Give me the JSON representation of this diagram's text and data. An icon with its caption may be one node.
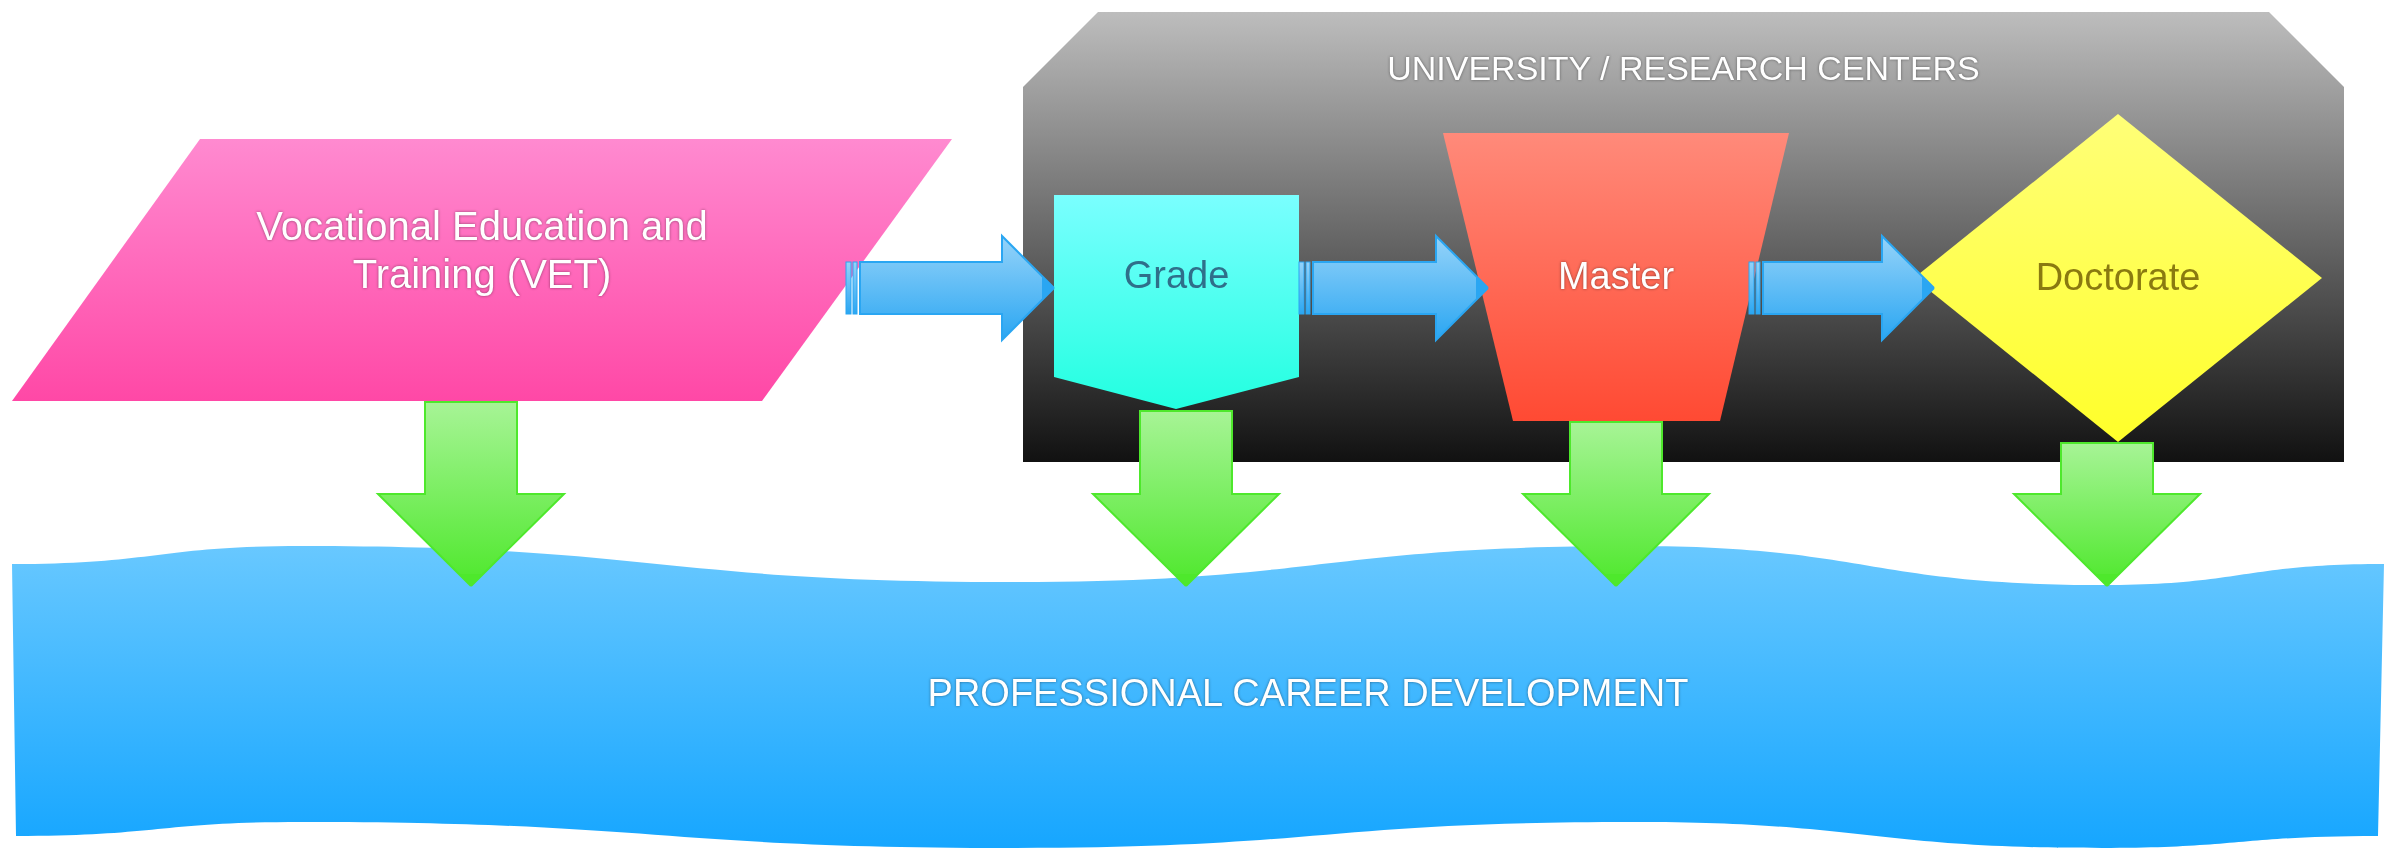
{
  "diagram": {
    "nodes": [
      {
        "text": [
          "UNIVERSITY / RESEARCH CENTERS"
        ]
      },
      {
        "text": [
          "Vocational Education and Training (VET)"
        ]
      },
      {
        "text": [
          "Grade"
        ],
        "in": 0
      },
      {
        "text": [
          "Master"
        ],
        "in": 0
      },
      {
        "text": [
          "Doctorate"
        ],
        "in": 0
      },
      {
        "text": [
          "PROFESSIONAL CAREER DEVELOPMENT"
        ]
      }
    ],
    "edges": [
      {
        "from": 1,
        "to": 2,
        "arrow": "to",
        "color": "#2aa6f2"
      },
      {
        "from": 2,
        "to": 3,
        "arrow": "to",
        "color": "#2aa6f2"
      },
      {
        "from": 3,
        "to": 4,
        "arrow": "to",
        "color": "#2aa6f2"
      },
      {
        "from": 1,
        "to": 5,
        "arrow": "to"
      },
      {
        "from": 2,
        "to": 5,
        "arrow": "to"
      },
      {
        "from": 3,
        "to": 5,
        "arrow": "to"
      },
      {
        "from": 4,
        "to": 5,
        "arrow": "to"
      }
    ]
  }
}
